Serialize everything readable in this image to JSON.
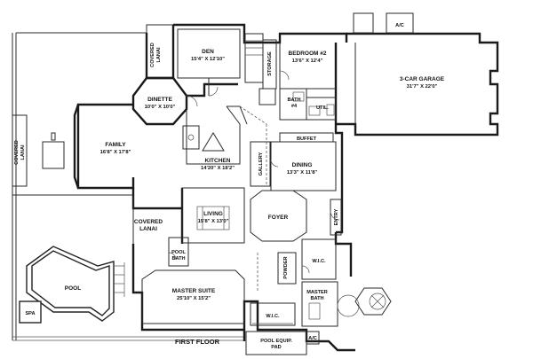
{
  "plan": {
    "title": "FIRST FLOOR",
    "rooms": {
      "den": {
        "name": "DEN",
        "size": "15'4\" X 12'10\""
      },
      "bedroom2": {
        "name": "BEDROOM #2",
        "size": "13'6\" X 12'4\""
      },
      "garage": {
        "name": "3-CAR GARAGE",
        "size": "31'7\" X 22'0\""
      },
      "dinette": {
        "name": "DINETTE",
        "size": "10'0\" X 10'0\""
      },
      "family": {
        "name": "FAMILY",
        "size": "16'8\" X 17'8\""
      },
      "kitchen": {
        "name": "KITCHEN",
        "size": "14'20\" X 18'2\""
      },
      "dining": {
        "name": "DINING",
        "size": "13'3\" X 11'8\""
      },
      "living": {
        "name": "LIVING",
        "size": "15'8\" X 13'0\""
      },
      "foyer": {
        "name": "FOYER"
      },
      "bath4": {
        "name": "BATH",
        "sub": "#4"
      },
      "util": {
        "name": "UTIL."
      },
      "buffet": {
        "name": "BUFFET"
      },
      "gallery": {
        "name": "GALLERY"
      },
      "storage": {
        "name": "STORAGE"
      },
      "entry": {
        "name": "ENTRY"
      },
      "covered_lanai_top": {
        "line1": "COVERED",
        "line2": "LANAI"
      },
      "covered_lanai_left": {
        "line1": "COVERED",
        "line2": "LANAI"
      },
      "covered_lanai_mid": {
        "line1": "COVERED",
        "line2": "LANAI"
      },
      "pool_bath": {
        "line1": "POOL",
        "line2": "BATH"
      },
      "powder": {
        "name": "POWDER"
      },
      "master_suite": {
        "name": "MASTER SUITE",
        "size": "25'10\" X 15'2\""
      },
      "master_bath": {
        "line1": "MASTER",
        "line2": "BATH"
      },
      "wic_upper": {
        "name": "W.I.C."
      },
      "wic_lower": {
        "name": "W.I.C."
      },
      "pool": {
        "name": "POOL"
      },
      "spa": {
        "name": "SPA"
      },
      "pool_equip": {
        "line1": "POOL EQUIP.",
        "line2": "PAD"
      },
      "ac_bottom": {
        "name": "A/C"
      },
      "ac_top": {
        "name": "A/C"
      }
    }
  }
}
